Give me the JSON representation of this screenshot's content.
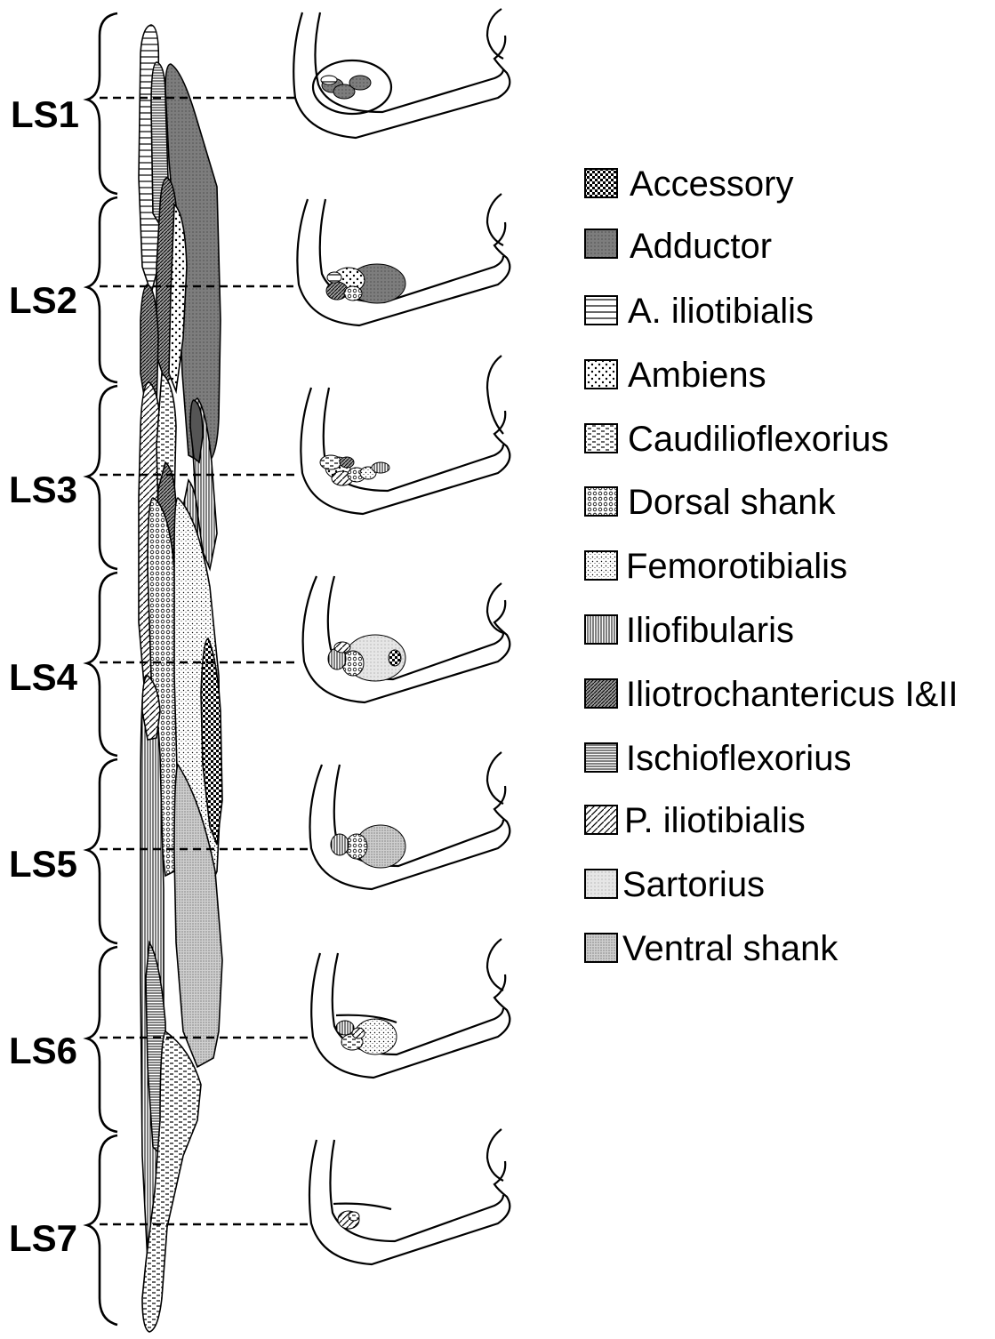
{
  "segments": [
    {
      "label": "LS1"
    },
    {
      "label": "LS2"
    },
    {
      "label": "LS3"
    },
    {
      "label": "LS4"
    },
    {
      "label": "LS5"
    },
    {
      "label": "LS6"
    },
    {
      "label": "LS7"
    }
  ],
  "legend": [
    {
      "label": "Accessory",
      "pattern": "cross-dense"
    },
    {
      "label": "Adductor",
      "pattern": "dark-gray"
    },
    {
      "label": "A. iliotibialis",
      "pattern": "horizontal-lines"
    },
    {
      "label": "Ambiens",
      "pattern": "dots-sparse"
    },
    {
      "label": "Caudilioflexorius",
      "pattern": "dashes"
    },
    {
      "label": "Dorsal shank",
      "pattern": "circles"
    },
    {
      "label": "Femorotibialis",
      "pattern": "dots-fine"
    },
    {
      "label": "Iliofibularis",
      "pattern": "vertical-lines"
    },
    {
      "label": "Iliotrochantericus I&II",
      "pattern": "diagonal-dense"
    },
    {
      "label": "Ischioflexorius",
      "pattern": "horizontal-dense"
    },
    {
      "label": "P. iliotibialis",
      "pattern": "diagonal"
    },
    {
      "label": "Sartorius",
      "pattern": "light-stipple"
    },
    {
      "label": "Ventral shank",
      "pattern": "stipple"
    }
  ],
  "colors": {
    "ink": "#000000",
    "paper": "#ffffff",
    "gray": "#8a8a8a",
    "light": "#d4d4d4"
  }
}
